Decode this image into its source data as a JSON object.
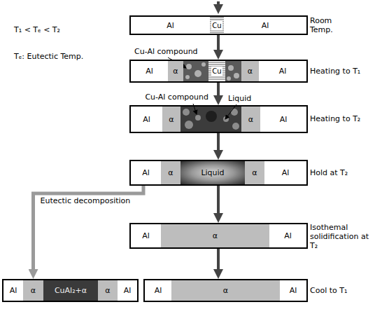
{
  "diagram": {
    "nodes": [
      {
        "text": [
          "Room Temp."
        ]
      },
      {
        "text": [
          "Al"
        ],
        "in": 0
      },
      {
        "text": [
          "Cu"
        ],
        "in": 0
      },
      {
        "text": [
          "Al"
        ],
        "in": 0
      },
      {
        "text": [
          "Heating to T₁"
        ]
      },
      {
        "text": [
          "Al"
        ],
        "in": 4
      },
      {
        "text": [
          "α"
        ],
        "in": 4
      },
      {
        "text": [
          "Cu"
        ],
        "in": 4
      },
      {
        "text": [
          "α"
        ],
        "in": 4
      },
      {
        "text": [
          "Al"
        ],
        "in": 4
      },
      {
        "text": [
          "Heating to T₂"
        ]
      },
      {
        "text": [
          "Al"
        ],
        "in": 10
      },
      {
        "text": [
          "α"
        ],
        "in": 10
      },
      {
        "text": [
          "α"
        ],
        "in": 10
      },
      {
        "text": [
          "Al"
        ],
        "in": 10
      },
      {
        "text": [
          "Hold at T₂"
        ]
      },
      {
        "text": [
          "Al"
        ],
        "in": 15
      },
      {
        "text": [
          "α"
        ],
        "in": 15
      },
      {
        "text": [
          "Liquid"
        ],
        "in": 15
      },
      {
        "text": [
          "α"
        ],
        "in": 15
      },
      {
        "text": [
          "Al"
        ],
        "in": 15
      },
      {
        "text": [
          "Isothemal solidification at T₂"
        ]
      },
      {
        "text": [
          "Al"
        ],
        "in": 21
      },
      {
        "text": [
          "α"
        ],
        "in": 21
      },
      {
        "text": [
          "Al"
        ],
        "in": 21
      },
      {
        "text": [
          "Al"
        ]
      },
      {
        "text": [
          "α"
        ]
      },
      {
        "text": [
          "CuAl₂+α"
        ]
      },
      {
        "text": [
          "α"
        ]
      },
      {
        "text": [
          "Al"
        ]
      },
      {
        "text": [
          "Cool to T₁"
        ]
      },
      {
        "text": [
          "Al"
        ],
        "in": 30
      },
      {
        "text": [
          "α"
        ],
        "in": 30
      },
      {
        "text": [
          "Al"
        ],
        "in": 30
      }
    ],
    "edges": [
      {
        "from": 0,
        "to": 4,
        "arrow": "to"
      },
      {
        "from": 4,
        "to": 10,
        "arrow": "to"
      },
      {
        "from": 10,
        "to": 15,
        "arrow": "to"
      },
      {
        "from": 15,
        "to": 21,
        "arrow": "to"
      },
      {
        "from": 21,
        "to": 30,
        "arrow": "to"
      },
      {
        "from": 15,
        "to": 26,
        "label": "Eutectic decomposition",
        "arrow": "to"
      }
    ],
    "labels": [
      "T₁ < Tₑ < T₂",
      "Tₑ: Eutectic Temp.",
      "Cu-Al compound",
      "Cu-Al compound",
      "Liquid"
    ]
  }
}
